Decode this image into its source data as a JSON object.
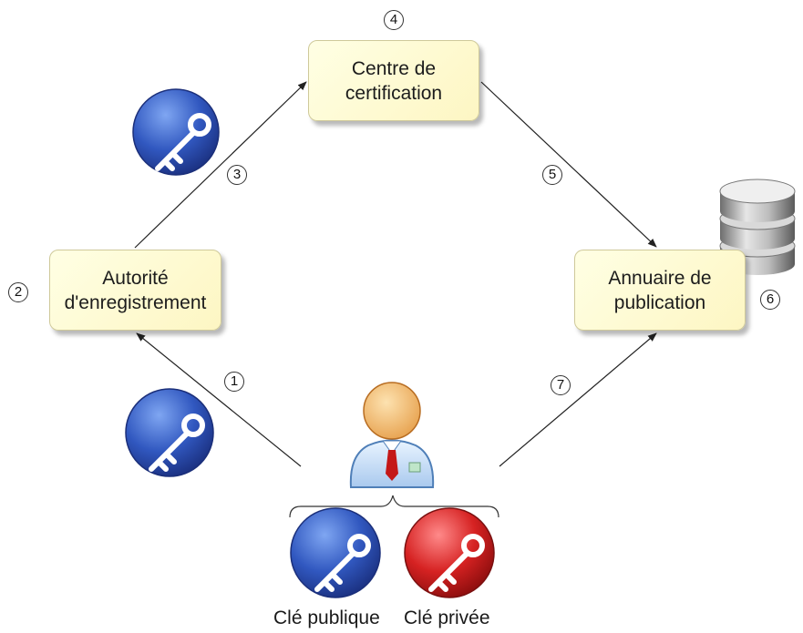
{
  "nodes": {
    "certification_center": "Centre de\ncertification",
    "registration_authority": "Autorité\nd'enregistrement",
    "publication_directory": "Annuaire de\npublication"
  },
  "steps": [
    "1",
    "2",
    "3",
    "4",
    "5",
    "6",
    "7"
  ],
  "key_labels": {
    "public_key": "Clé publique",
    "private_key": "Clé privée"
  },
  "icons": [
    "key-icon",
    "database-icon",
    "user-icon"
  ],
  "colors": {
    "box_fill": "#fdf6c3",
    "public_key": "#2f56b8",
    "private_key": "#d42020",
    "arrow": "#222222"
  }
}
